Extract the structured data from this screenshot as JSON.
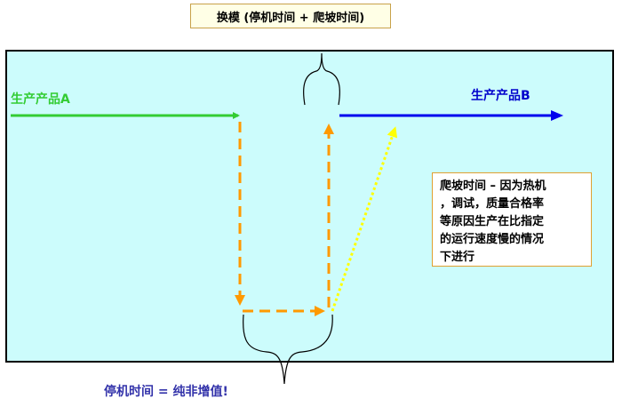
{
  "title_label": "换模 (停机时间 + 爬坡时间)",
  "product_a_label": "生产产品A",
  "product_b_label": "生产产品B",
  "ramp_note": "爬坡时间 – 因为热机\n，调试，质量合格率\n等原因生产在比指定\n的运行速度慢的情况\n下进行",
  "downtime_label": "停机时间 = 纯非增值!",
  "colors": {
    "panel_bg": "#ccfcfc",
    "product_a_arrow": "#33cc33",
    "product_b_arrow": "#0000ee",
    "changeover_arrow": "#ff9900",
    "ramp_arrow": "#ffff00"
  }
}
